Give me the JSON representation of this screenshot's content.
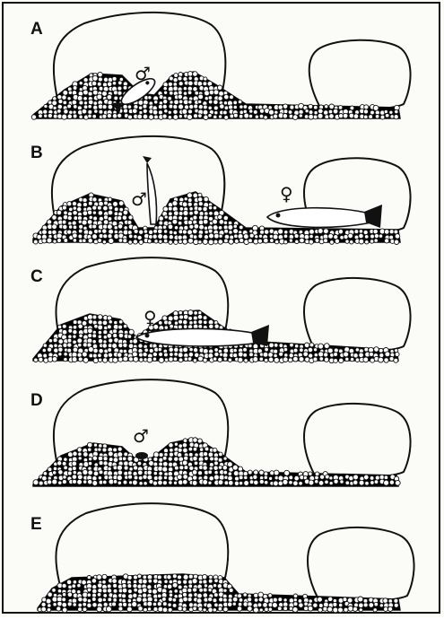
{
  "panels": [
    {
      "letter": "A",
      "symbol": "♂"
    },
    {
      "letter": "B",
      "symbol_male": "♂",
      "symbol_female": "♀"
    },
    {
      "letter": "C",
      "symbol": "♀"
    },
    {
      "letter": "D",
      "symbol": "♂"
    },
    {
      "letter": "E"
    }
  ]
}
